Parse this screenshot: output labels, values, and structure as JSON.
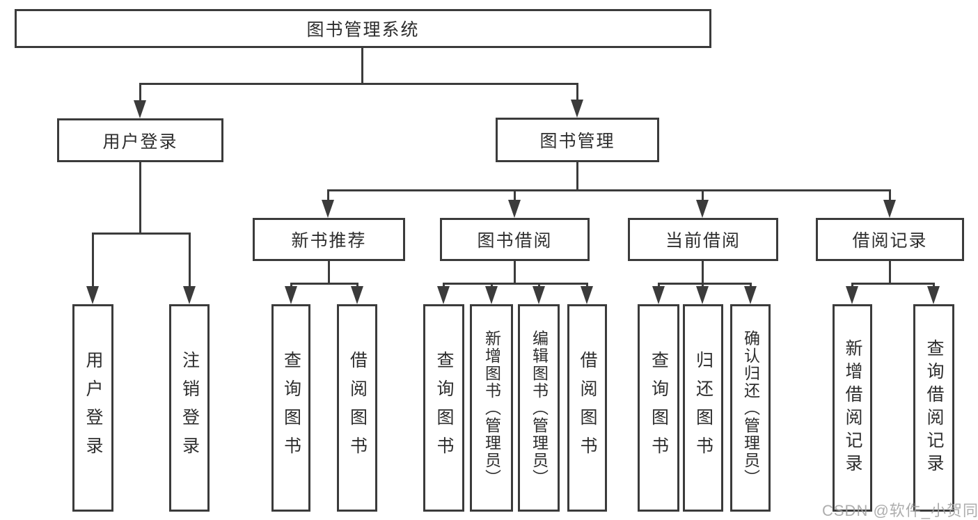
{
  "colors": {
    "line": "#3b3b3b",
    "text": "#2d2d2d",
    "background": "#ffffff",
    "watermark": "#9f9f9f"
  },
  "watermark": {
    "text": "CSDN @软件_小贺同学"
  },
  "diagram": {
    "type": "hierarchy",
    "root": {
      "label": "图书管理系统"
    },
    "level2": [
      {
        "label": "用户登录"
      },
      {
        "label": "图书管理"
      }
    ],
    "level3": [
      {
        "label": "新书推荐",
        "parent": "图书管理"
      },
      {
        "label": "图书借阅",
        "parent": "图书管理"
      },
      {
        "label": "当前借阅",
        "parent": "图书管理"
      },
      {
        "label": "借阅记录",
        "parent": "图书管理"
      }
    ],
    "leaves": [
      {
        "label": "用户登录",
        "parent": "用户登录"
      },
      {
        "label": "注销登录",
        "parent": "用户登录"
      },
      {
        "label": "查询图书",
        "parent": "新书推荐"
      },
      {
        "label": "借阅图书",
        "parent": "新书推荐"
      },
      {
        "label": "查询图书",
        "parent": "图书借阅"
      },
      {
        "label": "新增图书（管理员）",
        "parent": "图书借阅"
      },
      {
        "label": "编辑图书（管理员）",
        "parent": "图书借阅"
      },
      {
        "label": "借阅图书",
        "parent": "图书借阅"
      },
      {
        "label": "查询图书",
        "parent": "当前借阅"
      },
      {
        "label": "归还图书",
        "parent": "当前借阅"
      },
      {
        "label": "确认归还（管理员）",
        "parent": "当前借阅"
      },
      {
        "label": "新增借阅记录",
        "parent": "借阅记录"
      },
      {
        "label": "查询借阅记录",
        "parent": "借阅记录"
      }
    ]
  }
}
